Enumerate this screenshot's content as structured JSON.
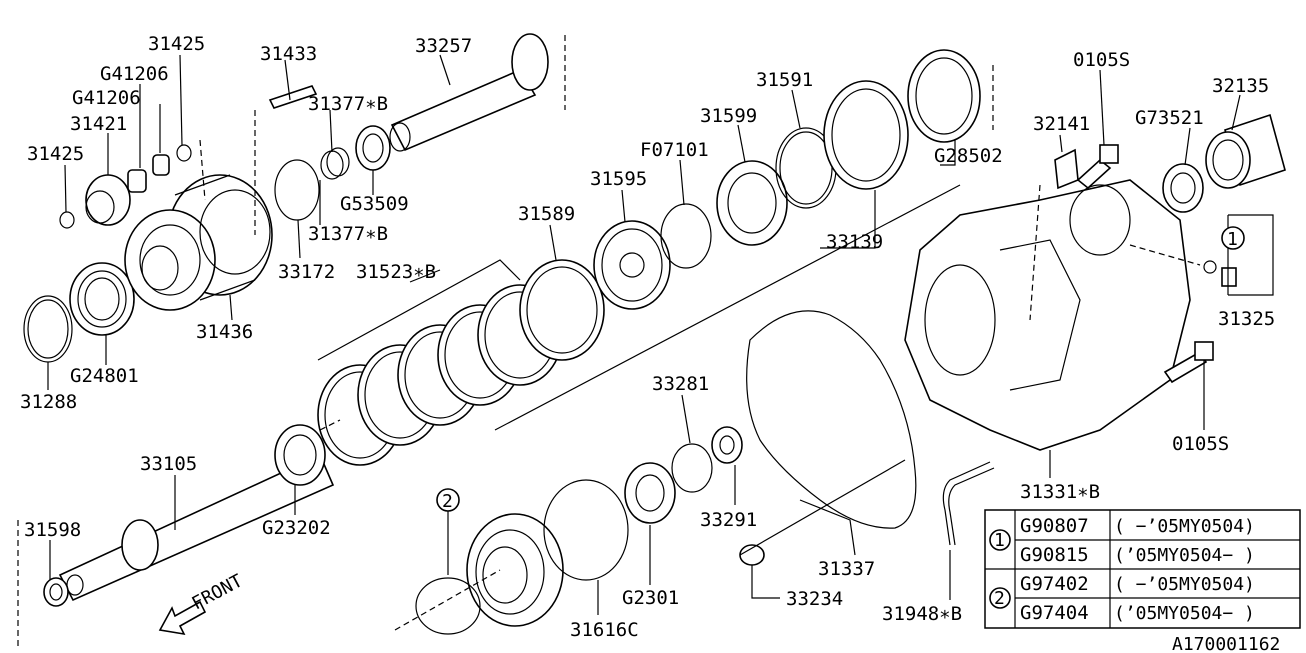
{
  "diagram_id": "A170001162",
  "labels": {
    "p31425a": "31425",
    "p31433": "31433",
    "p33257": "33257",
    "pG41206a": "G41206",
    "pG41206b": "G41206",
    "p31377b1": "31377∗B",
    "p31421": "31421",
    "p31425b": "31425",
    "pG53509": "G53509",
    "p31377b2": "31377∗B",
    "p33172": "33172",
    "p31436": "31436",
    "pG24801": "G24801",
    "p31288": "31288",
    "p31523b": "31523∗B",
    "p31589": "31589",
    "p31595": "31595",
    "pF07101": "F07101",
    "p31599": "31599",
    "p31591": "31591",
    "p33139": "33139",
    "pG28502": "G28502",
    "p32141": "32141",
    "p0105S_a": "0105S",
    "pG73521": "G73521",
    "p32135": "32135",
    "p31325": "31325",
    "p0105S_b": "0105S",
    "p31331b": "31331∗B",
    "p33105": "33105",
    "pG23202": "G23202",
    "p31598": "31598",
    "p33281": "33281",
    "p33291": "33291",
    "pG2301": "G2301",
    "p31616C": "31616C",
    "p31337": "31337",
    "p33234": "33234",
    "p31948b": "31948∗B",
    "front": "FRONT",
    "callout1": "1",
    "callout2": "2",
    "callout2b": "2"
  },
  "table": {
    "rows": [
      {
        "group": "1",
        "part": "G90807",
        "range": "(  −’05MY0504)"
      },
      {
        "group": "1",
        "part": "G90815",
        "range": "(’05MY0504−  )"
      },
      {
        "group": "2",
        "part": "G97402",
        "range": "(  −’05MY0504)"
      },
      {
        "group": "2",
        "part": "G97404",
        "range": "(’05MY0504−  )"
      }
    ]
  }
}
